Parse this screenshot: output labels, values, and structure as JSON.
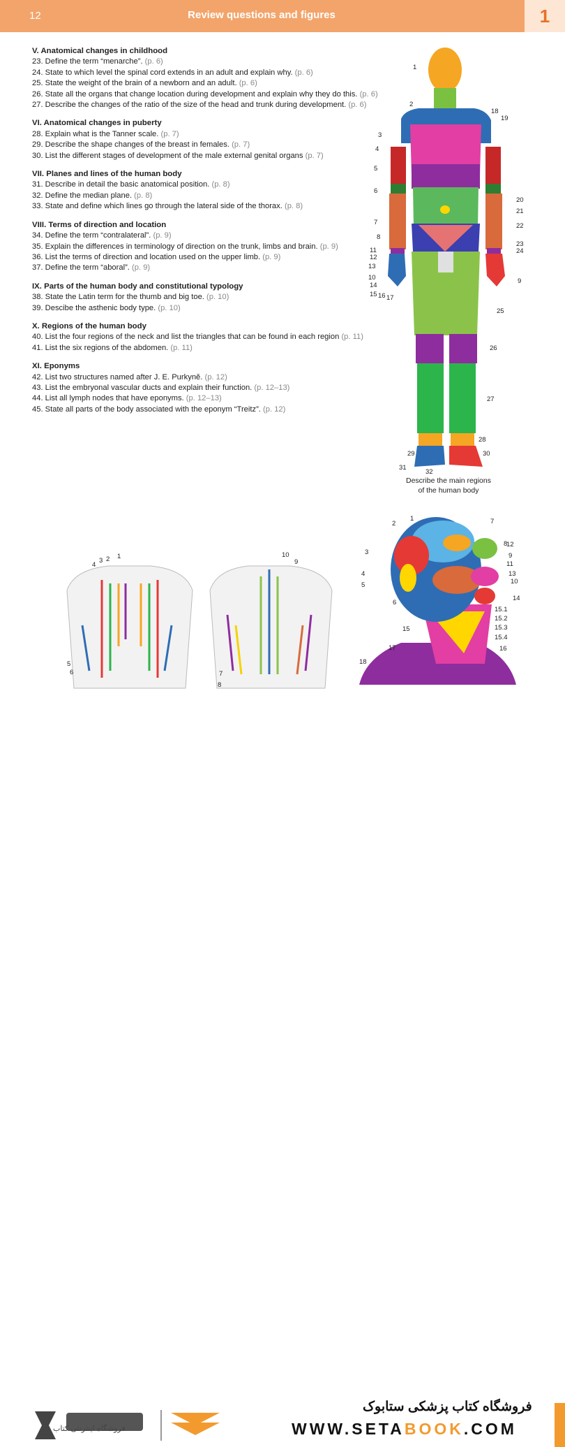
{
  "header": {
    "page_number": "12",
    "title": "Review questions and figures",
    "chapter_number": "1"
  },
  "sections": [
    {
      "heading": "V. Anatomical changes in childhood",
      "questions": [
        {
          "text": "23. Define the term “menarche”.",
          "ref": "(p. 6)"
        },
        {
          "text": "24. State to which level the spinal cord extends in an adult and explain why.",
          "ref": "(p. 6)"
        },
        {
          "text": "25. State the weight of the brain of a newborn and an adult.",
          "ref": "(p. 6)"
        },
        {
          "text": "26. State all the organs that change location during development and explain why they do this.",
          "ref": "(p. 6)"
        },
        {
          "text": "27. Describe the changes of the ratio of the size of the head and trunk during development.",
          "ref": "(p. 6)"
        }
      ]
    },
    {
      "heading": "VI. Anatomical changes in puberty",
      "questions": [
        {
          "text": "28. Explain what is the Tanner scale.",
          "ref": "(p. 7)"
        },
        {
          "text": "29. Describe the shape changes of the breast in females.",
          "ref": "(p. 7)"
        },
        {
          "text": "30. List the different stages of development of the male external genital organs",
          "ref": "(p. 7)"
        }
      ]
    },
    {
      "heading": "VII. Planes and lines of the human body",
      "questions": [
        {
          "text": "31. Describe in detail the basic anatomical position.",
          "ref": "(p. 8)"
        },
        {
          "text": "32. Define the median plane.",
          "ref": "(p. 8)"
        },
        {
          "text": "33. State and define which lines go through the lateral side of the thorax.",
          "ref": "(p. 8)"
        }
      ]
    },
    {
      "heading": "VIII. Terms of direction and location",
      "questions": [
        {
          "text": "34. Define the term “contralateral”.",
          "ref": "(p. 9)"
        },
        {
          "text": "35. Explain the differences in terminology of direction on the trunk, limbs and brain.",
          "ref": "(p. 9)"
        },
        {
          "text": "36. List the terms of direction and location used on the upper limb.",
          "ref": "(p. 9)"
        },
        {
          "text": "37. Define the term “aboral”.",
          "ref": "(p. 9)"
        }
      ]
    },
    {
      "heading": "IX. Parts of the human body and constitutional typology",
      "questions": [
        {
          "text": "38. State the Latin term for the thumb and big toe.",
          "ref": "(p. 10)"
        },
        {
          "text": "39. Descibe the asthenic body type.",
          "ref": "(p. 10)"
        }
      ]
    },
    {
      "heading": "X. Regions of the human body",
      "questions": [
        {
          "text": "40. List the four regions of the neck and list the triangles that can be found in each region",
          "ref": "(p. 11)"
        },
        {
          "text": "41. List the six regions of the abdomen.",
          "ref": "(p. 11)"
        }
      ]
    },
    {
      "heading": "XI. Eponyms",
      "questions": [
        {
          "text": "42. List two structures named after J. E. Purkyně.",
          "ref": "(p. 12)"
        },
        {
          "text": "43. List the embryonal vascular ducts and explain their function.",
          "ref": "(p. 12–13)"
        },
        {
          "text": "44. List all lymph nodes that have eponyms.",
          "ref": "(p. 12–13)"
        },
        {
          "text": "45. State all parts of the body associated with the eponym “Treitz”.",
          "ref": "(p. 12)"
        }
      ]
    }
  ],
  "body_figure": {
    "caption_line1": "Describe the main regions",
    "caption_line2": "of the human body",
    "labels": [
      "1",
      "2",
      "3",
      "4",
      "5",
      "6",
      "7",
      "8",
      "9",
      "10",
      "11",
      "12",
      "13",
      "14",
      "15",
      "16",
      "17",
      "18",
      "19",
      "20",
      "21",
      "22",
      "23",
      "24",
      "25",
      "26",
      "27",
      "28",
      "29",
      "30",
      "31",
      "32"
    ]
  },
  "back_figure": {
    "labels": [
      "1",
      "2",
      "3",
      "4",
      "5",
      "6",
      "7",
      "8",
      "9",
      "10"
    ]
  },
  "head_figure": {
    "labels": [
      "1",
      "2",
      "3",
      "4",
      "5",
      "6",
      "7",
      "8",
      "9",
      "10",
      "11",
      "12",
      "13",
      "14",
      "15",
      "15.1",
      "15.2",
      "15.3",
      "15.4",
      "16",
      "17",
      "18"
    ]
  },
  "footer": {
    "store_name": "فروشگاه کتاب پزشکی ستابوک",
    "url_part1": "WWW.SETA",
    "url_part2": "BOOK",
    "url_part3": ".COM",
    "logo_subtitle": "فروشگاه اینترنتی کتاب"
  }
}
